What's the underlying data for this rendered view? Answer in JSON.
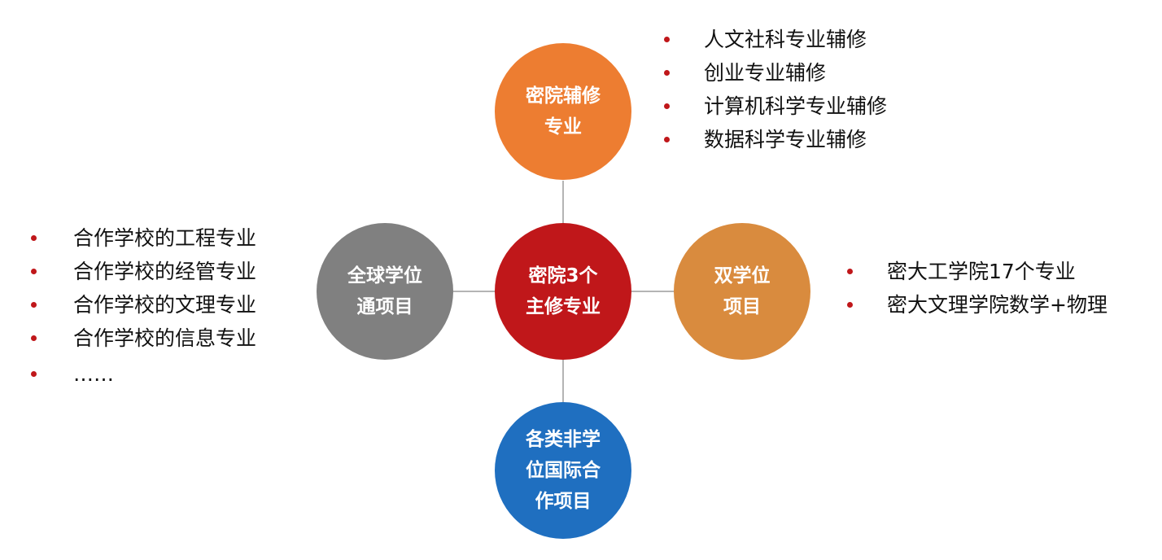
{
  "center": {
    "lines": [
      "密院3个",
      "主修专业"
    ],
    "color": "#C0171A"
  },
  "top": {
    "lines": [
      "密院辅修",
      "专业"
    ],
    "color": "#ED7D31",
    "items": [
      "人文社科专业辅修",
      "创业专业辅修",
      "计算机科学专业辅修",
      "数据科学专业辅修"
    ]
  },
  "left": {
    "lines": [
      "全球学位",
      "通项目"
    ],
    "color": "#808080",
    "items": [
      "合作学校的工程专业",
      "合作学校的经管专业",
      "合作学校的文理专业",
      "合作学校的信息专业",
      "……"
    ]
  },
  "right": {
    "lines": [
      "双学位",
      "项目"
    ],
    "color": "#D98B3E",
    "items": [
      "密大工学院17个专业",
      "密大文理学院数学+物理"
    ]
  },
  "bottom": {
    "lines": [
      "各类非学",
      "位国际合",
      "作项目"
    ],
    "color": "#1F6FC0"
  }
}
